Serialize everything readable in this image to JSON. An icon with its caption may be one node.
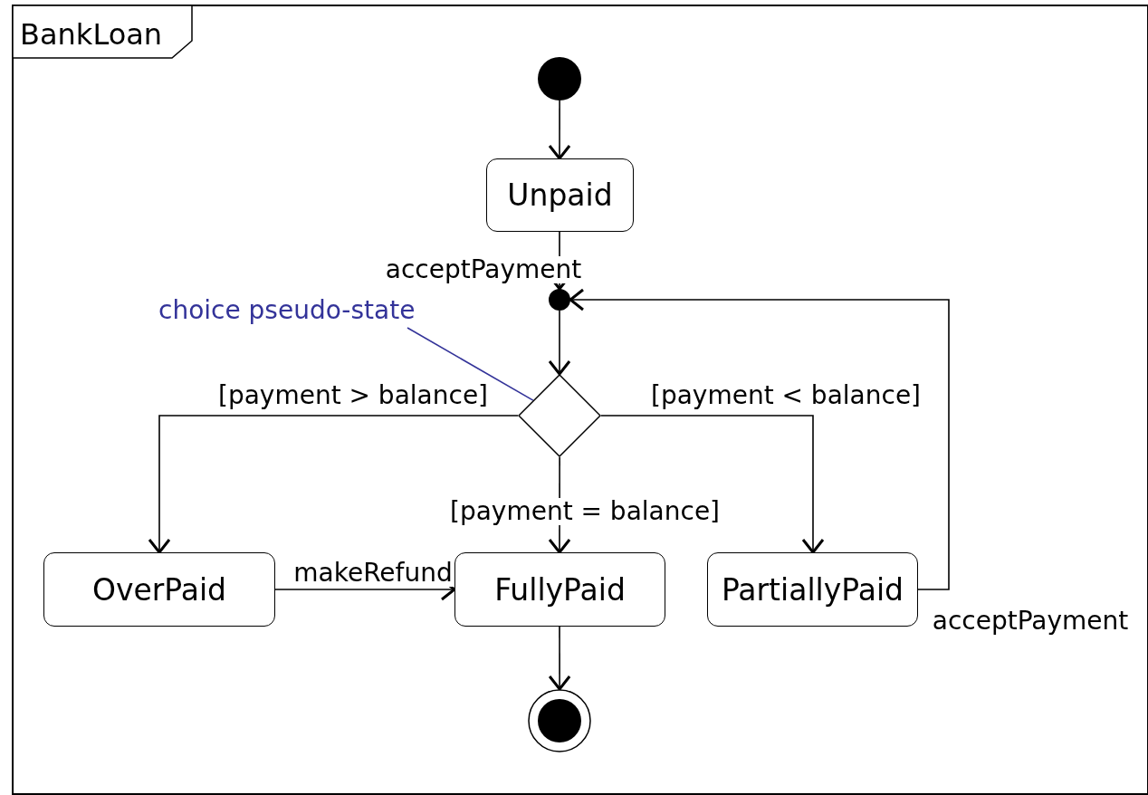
{
  "diagram": {
    "nodes": [
      {
        "text": [
          "BankLoan"
        ]
      },
      {
        "text": [],
        "shape": "circle",
        "in": 0
      },
      {
        "text": [
          "Unpaid"
        ],
        "in": 0
      },
      {
        "text": [],
        "shape": "circle",
        "in": 0
      },
      {
        "text": [],
        "shape": "diamond",
        "in": 0
      },
      {
        "text": [
          "OverPaid"
        ],
        "in": 0
      },
      {
        "text": [
          "FullyPaid"
        ],
        "in": 0
      },
      {
        "text": [
          "PartiallyPaid"
        ],
        "in": 0
      },
      {
        "text": [],
        "shape": "circle",
        "in": 0
      },
      {
        "text": [
          "choice pseudo-state"
        ],
        "in": 0
      }
    ],
    "edges": [
      {
        "from": 1,
        "to": 2,
        "arrow": "to"
      },
      {
        "from": 2,
        "to": 3,
        "arrow": "to",
        "label": "acceptPayment"
      },
      {
        "from": 3,
        "to": 4,
        "arrow": "to"
      },
      {
        "from": 4,
        "to": 5,
        "arrow": "to",
        "label": "[payment > balance]"
      },
      {
        "from": 4,
        "to": 6,
        "arrow": "to",
        "label": "[payment = balance]"
      },
      {
        "from": 4,
        "to": 7,
        "arrow": "to",
        "label": "[payment < balance]"
      },
      {
        "from": 5,
        "to": 6,
        "arrow": "to",
        "label": "makeRefund"
      },
      {
        "from": 6,
        "to": 8,
        "arrow": "to"
      },
      {
        "from": 7,
        "to": 3,
        "arrow": "to",
        "label": "acceptPayment"
      },
      {
        "from": 9,
        "to": 4,
        "arrow": "none",
        "color": "#333399"
      }
    ]
  }
}
